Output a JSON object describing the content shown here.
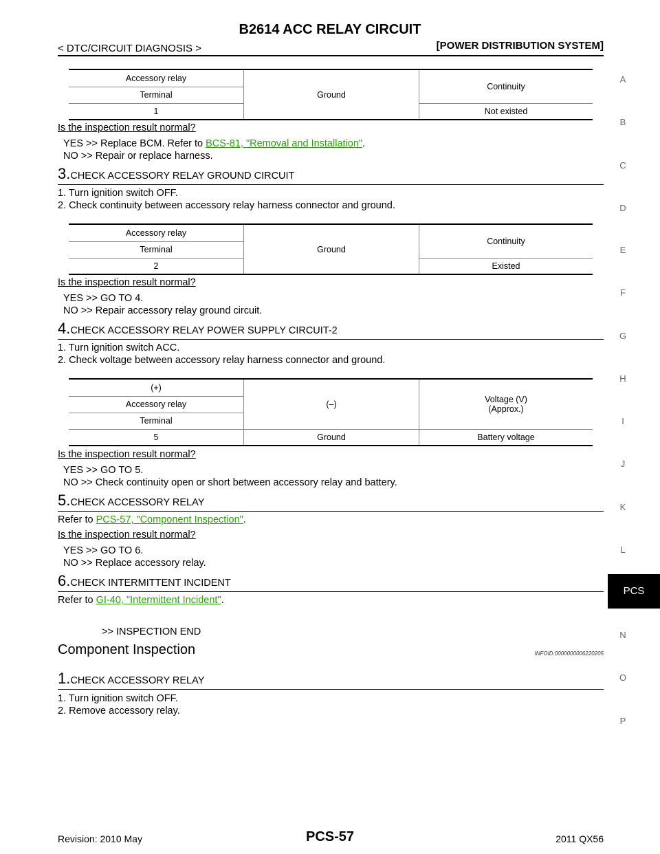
{
  "header": {
    "title": "B2614 ACC RELAY CIRCUIT",
    "breadcrumb": "< DTC/CIRCUIT DIAGNOSIS >",
    "system": "[POWER DISTRIBUTION SYSTEM]"
  },
  "side_index": [
    "A",
    "B",
    "C",
    "D",
    "E",
    "F",
    "G",
    "H",
    "I",
    "J",
    "K",
    "L",
    "PCS",
    "N",
    "O",
    "P"
  ],
  "table1": {
    "col1": [
      "Accessory relay",
      "Terminal",
      "1"
    ],
    "ground": "Ground",
    "continuity": "Continuity",
    "result": "Not existed"
  },
  "question": "Is the inspection result normal?",
  "step2_yes_prefix": "YES >> Replace BCM. Refer to ",
  "step2_yes_link": "BCS-81, \"Removal and Installation\"",
  "step2_no": "NO >> Repair or replace harness.",
  "step3": {
    "num": "3.",
    "title": "CHECK ACCESSORY RELAY GROUND CIRCUIT",
    "items": [
      "1. Turn ignition switch OFF.",
      "2. Check continuity between accessory relay harness connector and ground."
    ],
    "table": {
      "col1": [
        "Accessory relay",
        "Terminal",
        "2"
      ],
      "ground": "Ground",
      "continuity": "Continuity",
      "result": "Existed"
    },
    "yes": "YES >> GO TO 4.",
    "no": "NO >> Repair accessory relay ground circuit."
  },
  "step4": {
    "num": "4.",
    "title": "CHECK ACCESSORY RELAY POWER SUPPLY CIRCUIT-2",
    "items": [
      "1. Turn ignition switch ACC.",
      "2. Check voltage between accessory relay harness connector and ground."
    ],
    "table": {
      "col1": [
        "(+)",
        "Accessory relay",
        "Terminal",
        "5"
      ],
      "minus": "(–)",
      "ground": "Ground",
      "voltage": "Voltage (V)",
      "approx": "(Approx.)",
      "result": "Battery voltage"
    },
    "yes": "YES >> GO TO 5.",
    "no": "NO >> Check continuity open or short between accessory relay and battery."
  },
  "step5": {
    "num": "5.",
    "title": "CHECK ACCESSORY RELAY",
    "refer_prefix": "Refer to ",
    "refer_link": "PCS-57, \"Component Inspection\"",
    "yes": "YES >> GO TO 6.",
    "no": "NO >> Replace accessory relay."
  },
  "step6": {
    "num": "6.",
    "title": "CHECK INTERMITTENT INCIDENT",
    "refer_prefix": "Refer to ",
    "refer_link": "GI-40, \"Intermittent Incident\"",
    "end": ">> INSPECTION END"
  },
  "component": {
    "title": "Component Inspection",
    "infoid": "INFOID:0000000006220205",
    "num": "1.",
    "step_title": "CHECK ACCESSORY RELAY",
    "items": [
      "1. Turn ignition switch OFF.",
      "2. Remove accessory relay."
    ]
  },
  "footer": {
    "revision": "Revision: 2010 May",
    "page": "PCS-57",
    "model": "2011 QX56"
  },
  "colors": {
    "link": "#2e9e10",
    "tab_bg": "#000000"
  }
}
